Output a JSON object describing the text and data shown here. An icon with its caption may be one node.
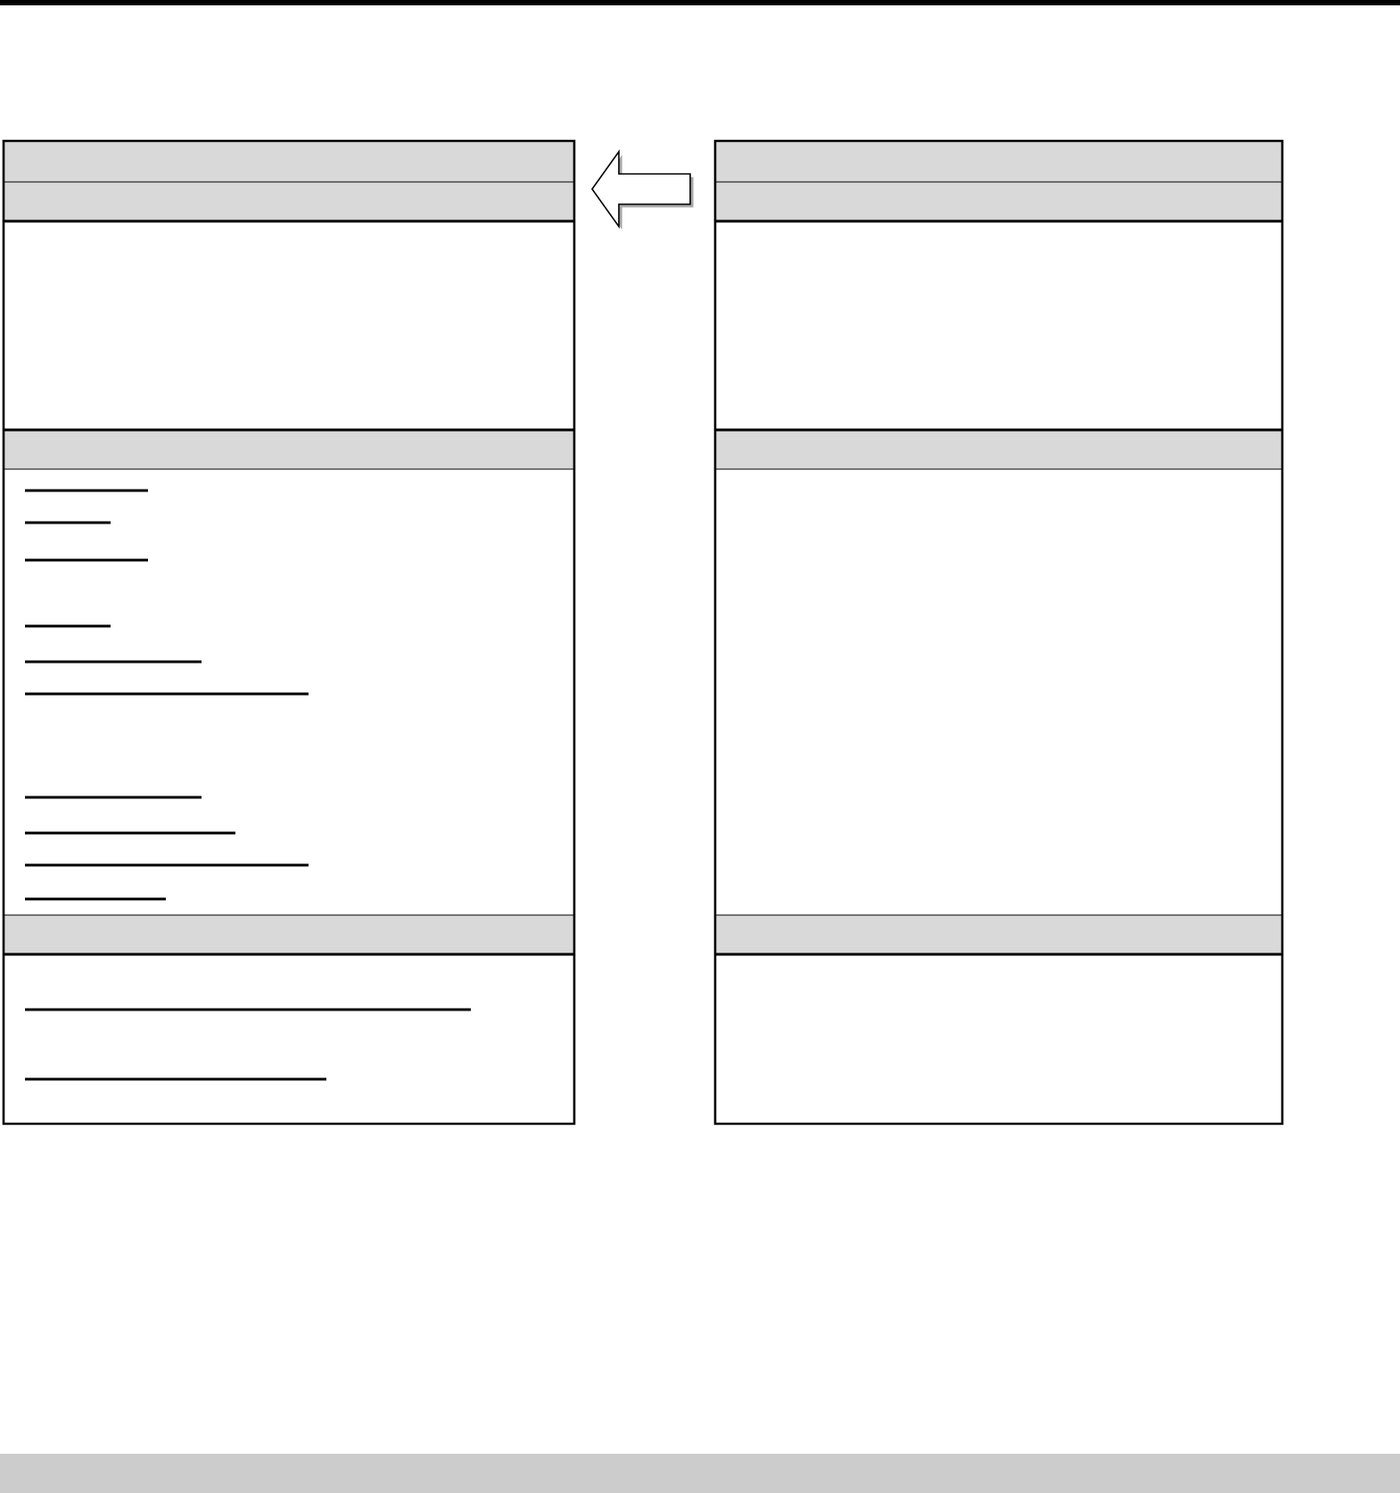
{
  "diagram": {
    "nodes": [
      {
        "text": [],
        "shape": "box"
      },
      {
        "text": [],
        "shape": "box"
      }
    ],
    "edges": [
      {
        "from": 1,
        "to": 0,
        "arrow": "to"
      }
    ]
  }
}
